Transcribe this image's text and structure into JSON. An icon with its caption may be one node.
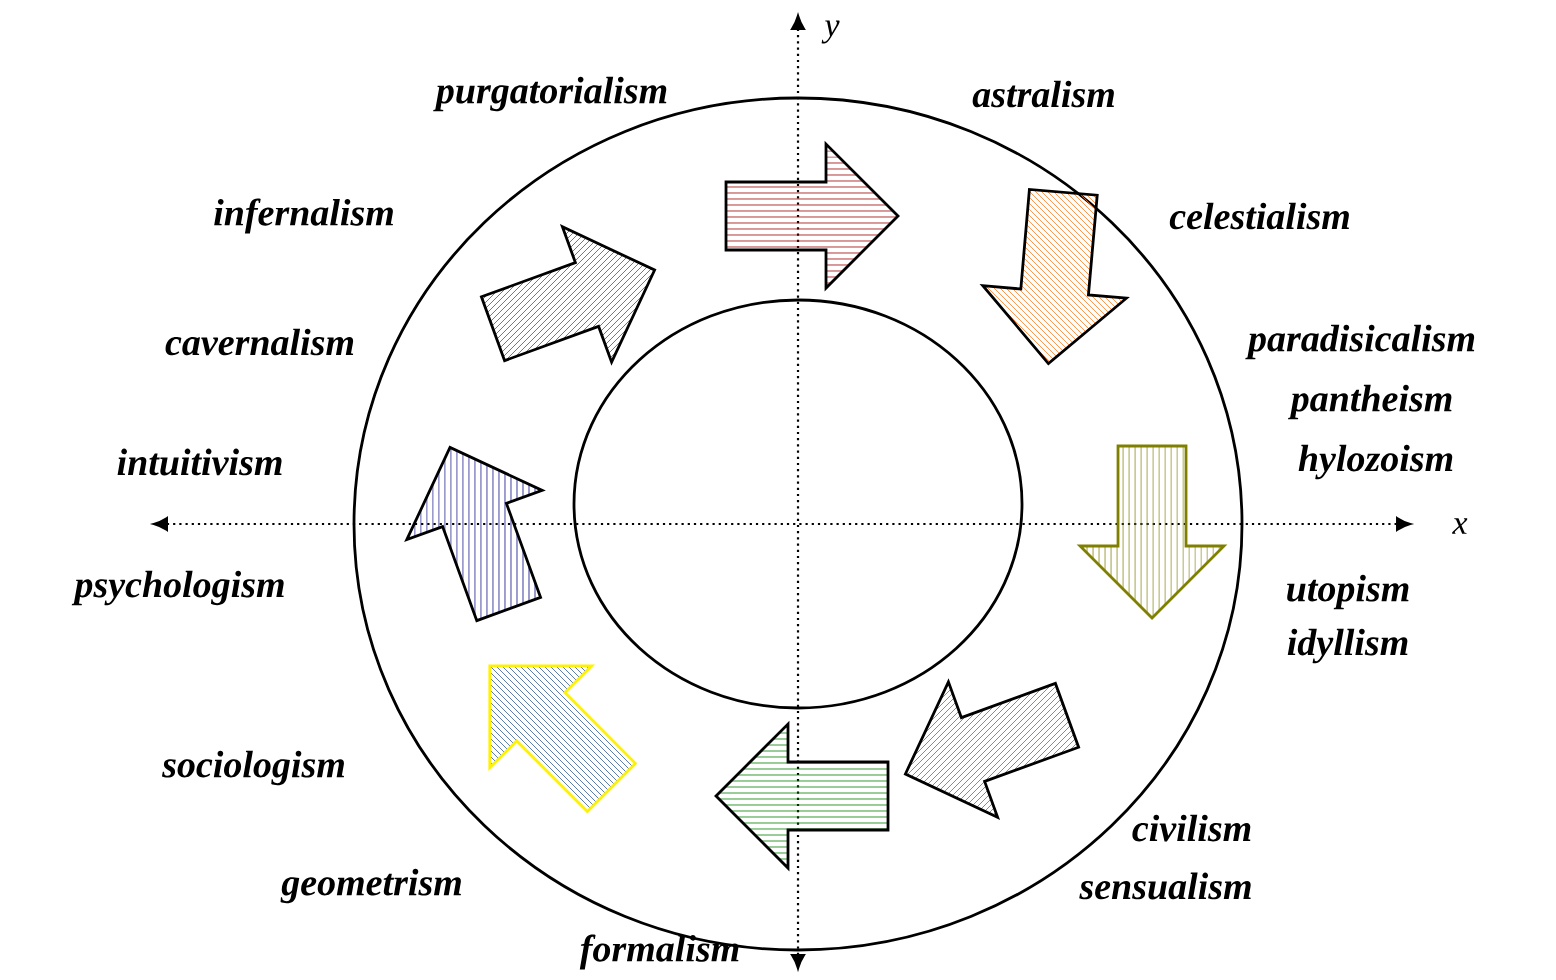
{
  "diagram": {
    "nodes": [
      {
        "text": [],
        "shape": "circle"
      },
      {
        "text": [],
        "shape": "circle",
        "in": 0
      }
    ],
    "labels": [
      "y",
      "purgatorialism",
      "astralism",
      "infernalism",
      "celestialism",
      "cavernalism",
      "paradisicalism",
      "pantheism",
      "intuitivism",
      "hylozoism",
      "x",
      "psychologism",
      "utopism",
      "idyllism",
      "sociologism",
      "civilism",
      "geometrism",
      "sensualism",
      "formalism"
    ]
  }
}
